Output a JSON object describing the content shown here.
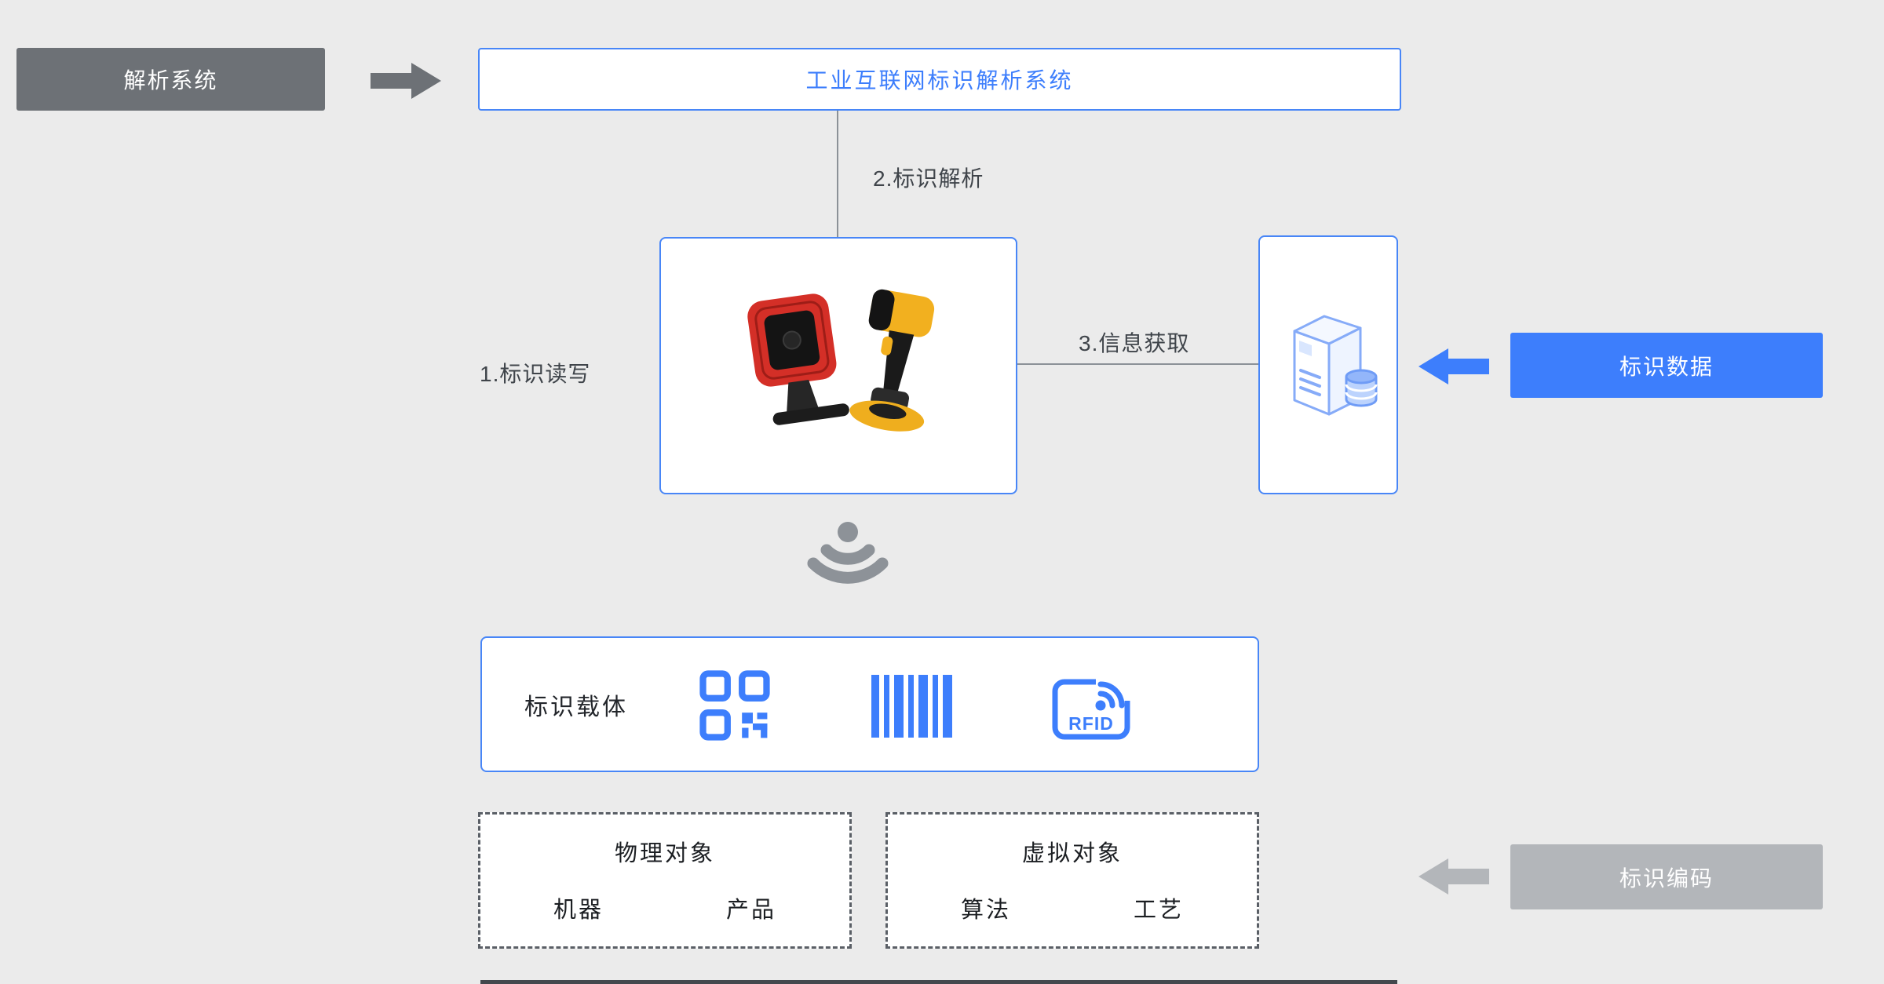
{
  "diagram": {
    "tags": {
      "resolution_system": "解析系统",
      "identifier_data": "标识数据",
      "identifier_encoding": "标识编码"
    },
    "platform": {
      "label": "工业互联网标识解析系统"
    },
    "steps": {
      "read_write": "1.标识读写",
      "resolution": "2.标识解析",
      "info_fetch": "3.信息获取"
    },
    "carrier": {
      "label": "标识载体",
      "rfid_label": "RFID"
    },
    "objects": {
      "physical": {
        "title": "物理对象",
        "items": [
          "机器",
          "产品"
        ]
      },
      "virtual": {
        "title": "虚拟对象",
        "items": [
          "算法",
          "工艺"
        ]
      }
    },
    "icons": {
      "arrow_right": "arrow-right",
      "arrow_left_blue": "arrow-left-blue",
      "arrow_left_gray": "arrow-left-gray",
      "scanner_devices": "barcode-scanner-devices",
      "server": "server-with-database",
      "wifi": "wireless-signal-down",
      "qr": "qr-code",
      "barcode": "barcode",
      "rfid": "rfid-tag"
    },
    "colors": {
      "background": "#ebebeb",
      "blue": "#3d7efc",
      "dark_gray": "#6d7176",
      "light_gray": "#b3b6ba",
      "text": "#3f444a",
      "line": "#8b9197",
      "wifi_gray": "#8d9298"
    }
  }
}
